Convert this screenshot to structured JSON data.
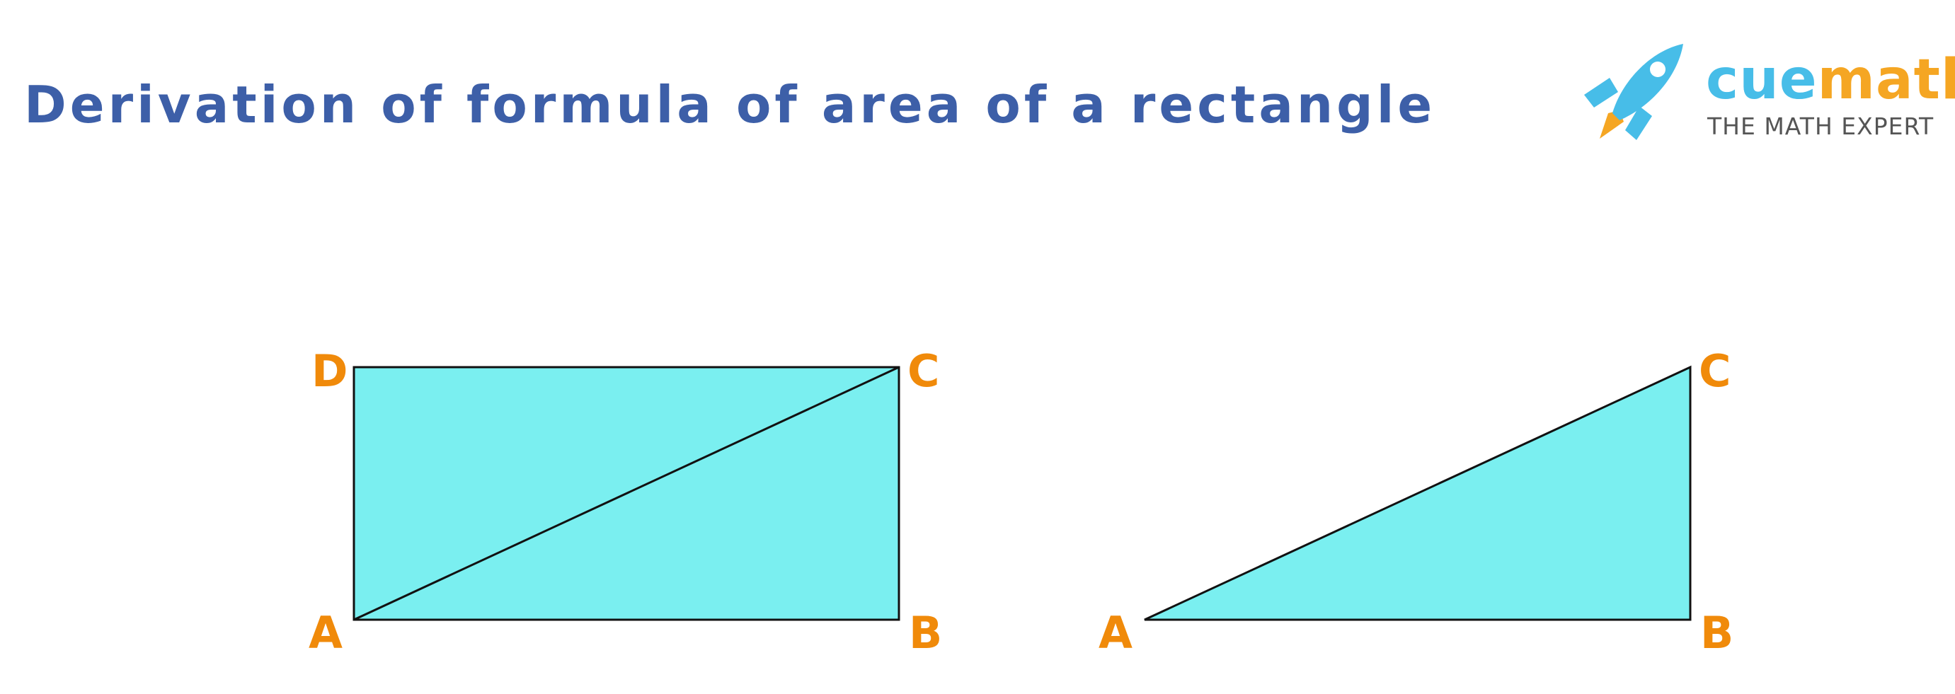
{
  "title": "Derivation of formula of area of a rectangle",
  "logo": {
    "brand_part1": "cue",
    "brand_part2": "math",
    "tagline": "THE MATH EXPERT",
    "icon": "rocket-icon"
  },
  "figures": {
    "rectangle": {
      "vertices": {
        "A": "A",
        "B": "B",
        "C": "C",
        "D": "D"
      }
    },
    "triangle": {
      "vertices": {
        "A": "A",
        "B": "B",
        "C": "C"
      }
    }
  },
  "colors": {
    "title": "#3d5fa8",
    "fill": "#7aeff0",
    "stroke": "#111111",
    "vertex_label": "#f08a0a",
    "brand_cue": "#47bde8",
    "brand_math": "#f5a623",
    "tagline": "#555555",
    "rocket_body": "#47bde8",
    "rocket_flame": "#f5a623"
  }
}
